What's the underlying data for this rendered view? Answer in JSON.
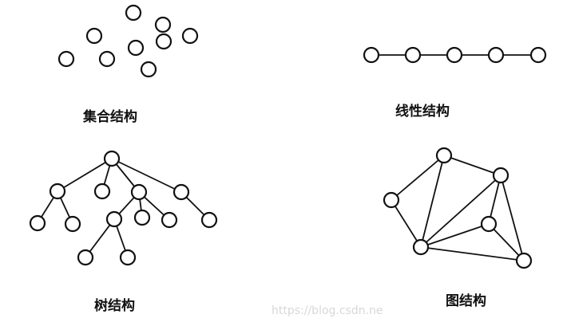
{
  "panels": {
    "set": {
      "caption": "集合结构"
    },
    "linear": {
      "caption": "线性结构"
    },
    "tree": {
      "caption": "树结构"
    },
    "graph": {
      "caption": "图结构"
    }
  },
  "watermark": "https://blog.csdn.ne"
}
